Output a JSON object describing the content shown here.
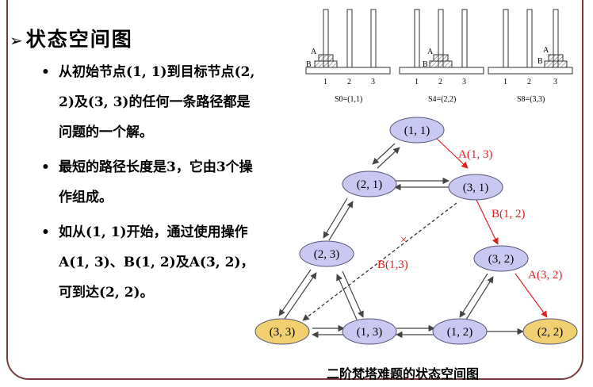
{
  "heading": {
    "marker": "➢",
    "title": "状态空间图"
  },
  "bullets": [
    {
      "marker": "•",
      "text": "从初始节点(1, 1)到目标节点(2, 2)及(3, 3)的任何一条路径都是问题的一个解。"
    },
    {
      "marker": "•",
      "text": "最短的路径长度是3，它由3个操作组成。"
    },
    {
      "marker": "•",
      "text": "如从(1, 1)开始，通过使用操作A(1, 3)、B(1, 2)及A(3, 2)，可到达(2, 2)。"
    }
  ],
  "hanoi": {
    "peg_numbers": [
      "1",
      "2",
      "3"
    ],
    "disk_a": "A",
    "disk_b": "B",
    "states": [
      "S0=(1,1)",
      "S4=(2,2)",
      "S8=(3,3)"
    ]
  },
  "graph": {
    "nodes": {
      "n11": "(1, 1)",
      "n21": "(2, 1)",
      "n31": "(3, 1)",
      "n23": "(2, 3)",
      "n32": "(3, 2)",
      "n33": "(3, 3)",
      "n13": "(1, 3)",
      "n12": "(1, 2)",
      "n22": "(2, 2)"
    },
    "operations": {
      "op_a13": "A(1, 3)",
      "op_b12": "B(1, 2)",
      "op_a32": "A(3, 2)",
      "op_b13": "B(1,3)"
    },
    "cross_mark": "×"
  },
  "caption": "二阶梵塔难题的状态空间图",
  "colors": {
    "node_fill": "#c8c8f2",
    "node_stroke": "#555577",
    "goal_fill": "#f0d070",
    "path_red": "#e02020",
    "frame": "#7a3b3b"
  }
}
